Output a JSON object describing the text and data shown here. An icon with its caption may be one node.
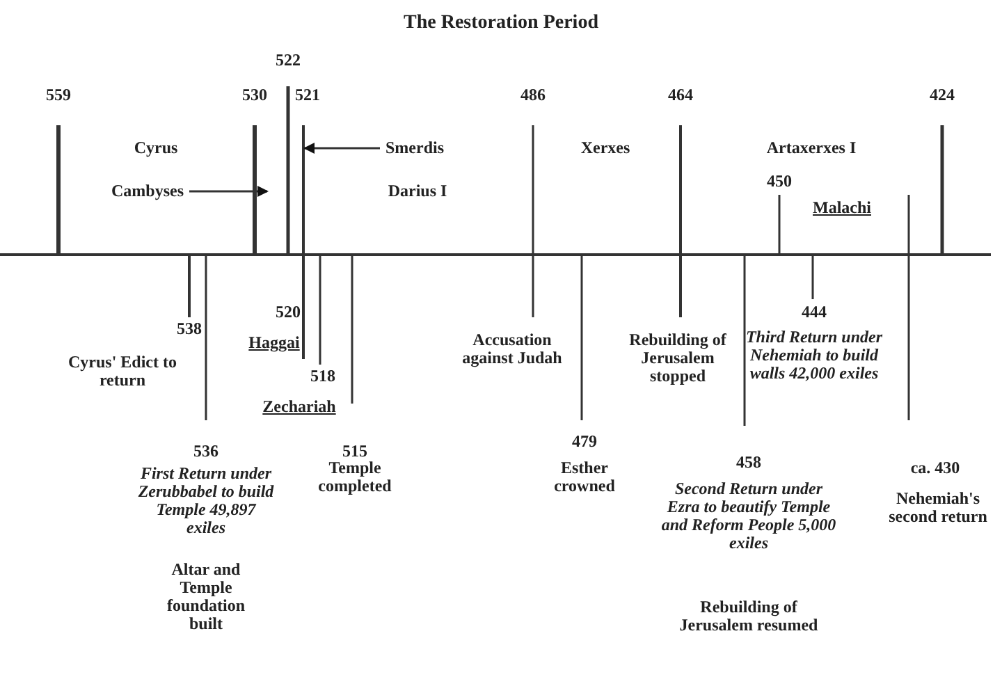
{
  "diagram": {
    "title": "The Restoration Period",
    "nodes": [
      {
        "text": [
          "Cambyses"
        ]
      },
      {
        "text": [
          "Smerdis"
        ]
      }
    ],
    "edges": [
      {
        "from": 0,
        "to": null,
        "arrow": "to"
      },
      {
        "from": 1,
        "to": null,
        "arrow": "to"
      }
    ],
    "labels": [
      "559",
      "522",
      "530",
      "521",
      "486",
      "464",
      "424",
      "Cyrus",
      "Xerxes",
      "Artaxerxes I",
      "Darius I",
      "450",
      "Malachi",
      "538",
      "Cyrus' Edict to return",
      "520",
      "Haggai",
      "518",
      "Zechariah",
      "Accusation against Judah",
      "Rebuilding of Jerusalem stopped",
      "444",
      "Third Return under Nehemiah to build walls 42,000 exiles",
      "479",
      "Esther crowned",
      "536",
      "First Return under Zerubbabel to build Temple 49,897 exiles",
      "515",
      "Temple completed",
      "458",
      "Second Return under Ezra to beautify Temple and Reform People 5,000 exiles",
      "ca. 430",
      "Nehemiah's second return",
      "Altar and Temple foundation built",
      "Rebuilding of Jerusalem resumed"
    ]
  }
}
